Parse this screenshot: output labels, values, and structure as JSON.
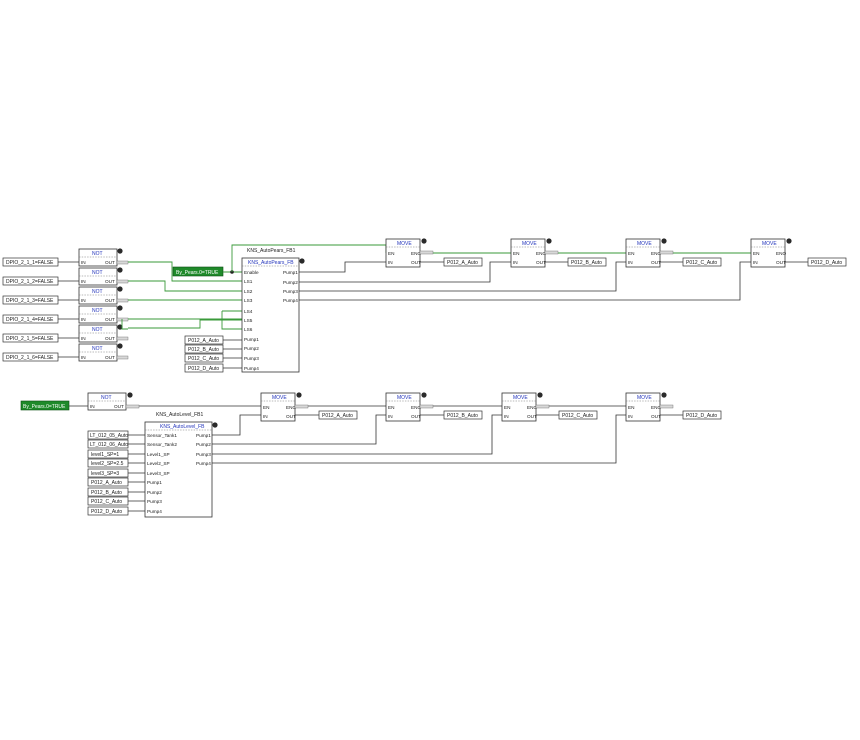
{
  "diagram": {
    "rung1": {
      "inputs": [
        "DPIO_2_1_1=FALSE",
        "DPIO_2_1_2=FALSE",
        "DPIO_2_1_3=FALSE",
        "DPIO_2_1_4=FALSE",
        "DPIO_2_1_5=FALSE",
        "DPIO_2_1_6=FALSE"
      ],
      "not_label": "NOT",
      "enable_tag": "By_Pears.0=TRUE",
      "fb": {
        "instance": "KNS_AutoPears_FB1",
        "type": "KNS_AutoPears_FB",
        "inputs": [
          "Enable",
          "LS1",
          "LS2",
          "LS3",
          "LS4",
          "LS5",
          "LS6",
          "Pump1",
          "Pump2",
          "Pump3",
          "Pump4"
        ],
        "outputs": [
          "Pump1",
          "Pump2",
          "Pump3",
          "Pump4"
        ],
        "vars": [
          "P012_A_Auto",
          "P012_B_Auto",
          "P012_C_Auto",
          "P012_D_Auto"
        ]
      },
      "moves": [
        "P012_A_Auto",
        "P012_B_Auto",
        "P012_C_Auto",
        "P012_D_Auto"
      ]
    },
    "rung2": {
      "tag": "By_Pears.0=TRUE",
      "not_label": "NOT",
      "fb": {
        "instance": "KNS_AutoLevel_FB1",
        "type": "KNS_AutoLevel_FB",
        "inputs": [
          "Sensor_Tank1",
          "Sensor_Tank2",
          "Level1_SP",
          "Level2_SP",
          "Level3_SP",
          "Pump1",
          "Pump2",
          "Pump3",
          "Pump4"
        ],
        "outputs": [
          "Pump1",
          "Pump2",
          "Pump3",
          "Pump4"
        ],
        "vars": [
          "LT_012_05_Auto",
          "LT_012_06_Auto",
          "level1_SP=1",
          "level2_SP=2.5",
          "level3_SP=3",
          "P012_A_Auto",
          "P012_B_Auto",
          "P012_C_Auto",
          "P012_D_Auto"
        ]
      },
      "moves": [
        "P012_A_Auto",
        "P012_B_Auto",
        "P012_C_Auto",
        "P012_D_Auto"
      ]
    },
    "labels": {
      "move": "MOVE",
      "en": "EN",
      "eno": "ENO",
      "in": "IN",
      "out": "OUT"
    },
    "colors": {
      "wire": "#333333",
      "active_wire": "#3a9a3a",
      "tag_fill": "#1f8a2a",
      "title_text": "#2233bb"
    }
  }
}
